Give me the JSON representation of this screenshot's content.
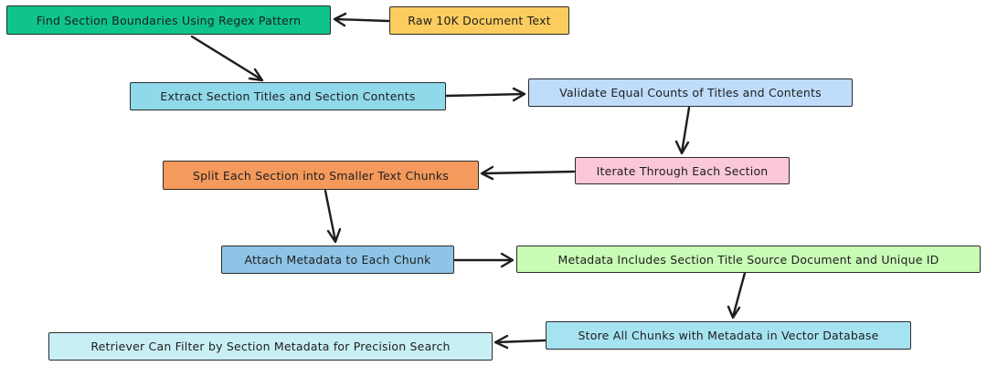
{
  "nodes": {
    "n1": {
      "label": "Find Section Boundaries Using Regex Pattern",
      "color": "#0fc48a"
    },
    "n2": {
      "label": "Raw 10K Document Text",
      "color": "#fbcd5f"
    },
    "n3": {
      "label": "Extract Section Titles and Section Contents",
      "color": "#90d9ea"
    },
    "n4": {
      "label": "Validate Equal Counts of Titles and Contents",
      "color": "#bfdcfb"
    },
    "n5": {
      "label": "Iterate Through Each Section",
      "color": "#fac8d8"
    },
    "n6": {
      "label": "Split Each Section into Smaller Text Chunks",
      "color": "#f49a5c"
    },
    "n7": {
      "label": "Attach Metadata to Each Chunk",
      "color": "#8ec4e6"
    },
    "n8": {
      "label": "Metadata Includes Section Title Source Document and Unique ID",
      "color": "#c8fbb6"
    },
    "n9": {
      "label": "Store All Chunks with Metadata in Vector Database",
      "color": "#a6e3f1"
    },
    "n10": {
      "label": "Retriever Can Filter by Section Metadata for Precision Search",
      "color": "#c9eff6"
    }
  },
  "edges": [
    {
      "from": "n2",
      "to": "n1"
    },
    {
      "from": "n1",
      "to": "n3"
    },
    {
      "from": "n3",
      "to": "n4"
    },
    {
      "from": "n4",
      "to": "n5"
    },
    {
      "from": "n5",
      "to": "n6"
    },
    {
      "from": "n6",
      "to": "n7"
    },
    {
      "from": "n7",
      "to": "n8"
    },
    {
      "from": "n8",
      "to": "n9"
    },
    {
      "from": "n9",
      "to": "n10"
    }
  ]
}
